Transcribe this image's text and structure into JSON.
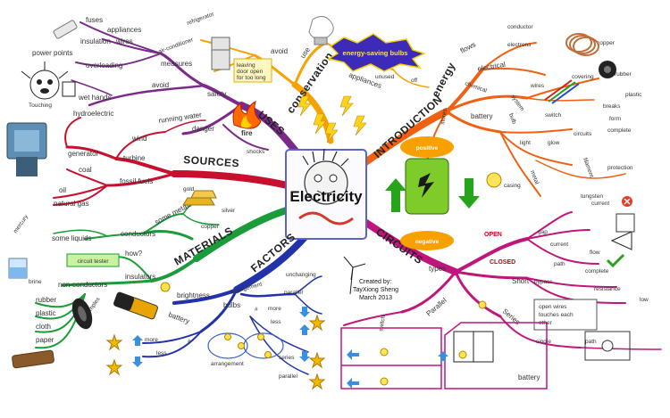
{
  "center": {
    "title": "Electricity"
  },
  "credit": {
    "line1": "Created by:",
    "line2": "TayXiong Sheng",
    "line3": "March 2013"
  },
  "colors": {
    "uses": "#7b2a8a",
    "sources": "#c8102e",
    "materials": "#1a9c3a",
    "factors": "#2233aa",
    "circuits": "#c0157a",
    "introduction": "#f06010",
    "conservation": "#f5a300",
    "fire": "#ff6a00"
  },
  "branches": {
    "uses": "USES",
    "sources": "SOURCES",
    "materials": "MATERIALS",
    "factors": "FACTORS",
    "circuits": "CIRCUITS",
    "introduction": "INTRODUCTION",
    "energy": "energy",
    "conservation": "conservation"
  },
  "uses": {
    "fuses": "fuses",
    "appliances": "appliances",
    "insulation": "insulation",
    "wires": "wires",
    "power_points": "power points",
    "overloading": "overloading",
    "wet_hands": "wet hands",
    "measures": "measures",
    "avoid": "avoid",
    "safety": "safety",
    "danger": "danger",
    "fire": "fire",
    "shocks": "shocks",
    "touching": "Touching"
  },
  "sources": {
    "hydroelectric": "hydroelectric",
    "running_water": "running water",
    "wind": "wind",
    "generator": "generator",
    "turbine": "turbine",
    "coal": "coal",
    "fossil_fuels": "fossil fuels",
    "oil": "oil",
    "natural_gas": "natural gas"
  },
  "materials": {
    "some_metals": "some metals",
    "gold": "gold",
    "silver": "silver",
    "copper": "copper",
    "mercury": "mercury",
    "some_liquids": "some liquids",
    "conductors": "conductors",
    "how": "how?",
    "circuit_tester": "circuit tester",
    "brine": "brine",
    "non_conductors": "non-conductors",
    "insulators": "insulators",
    "examples": "examples",
    "rubber": "rubber",
    "plastic": "plastic",
    "cloth": "cloth",
    "paper": "paper",
    "wood": "wood"
  },
  "factors": {
    "brightness": "brightness",
    "bulbs": "bulbs",
    "arrangement_1": "arrangement",
    "unchanging": "unchanging",
    "parallel_1": "parallel",
    "hash": "#",
    "more_1": "more",
    "less_1": "less",
    "series_1": "series",
    "parallel_2": "parallel",
    "battery": "battery",
    "more_2": "more",
    "less_2": "less",
    "hash_2": "#",
    "arrangement_2": "arrangement"
  },
  "conservation": {
    "refrigerator": "refrigerator",
    "air_conditioner": "air-conditioner",
    "door_note": [
      "leaving",
      "door open",
      "for too long"
    ],
    "avoid": "avoid",
    "use": "use",
    "bulbs_badge": "energy-saving bulbs",
    "appliances": "appliances",
    "unused": "unused",
    "off": "off"
  },
  "introduction": {
    "flows": "flows",
    "conductor": "conductor",
    "electrons": "electrons",
    "electrical": "electrical",
    "chemical": "chemical",
    "stores": "stores",
    "system": "system",
    "wires": "wires",
    "copper": "copper",
    "covering": "covering",
    "rubber": "rubber",
    "plastic": "plastic",
    "battery": "battery",
    "bulb": "bulb",
    "switch": "switch",
    "breaks": "breaks",
    "form": "form",
    "circuits": "circuits",
    "complete": "complete",
    "light": "light",
    "filament": "filament",
    "tungsten": "tungsten",
    "casing": "casing",
    "metal": "metal",
    "protection": "protection",
    "current": "current",
    "positive": "positive",
    "negative": "negative",
    "glow": "glow"
  },
  "circuits": {
    "open": "OPEN",
    "closed": "CLOSED",
    "gap": "gap",
    "types": "types",
    "current": "current",
    "flow": "flow",
    "path": "path",
    "complete": "complete",
    "short": "Short",
    "bypass": "bypass",
    "resistance": "resistance",
    "low": "low",
    "series": "Series",
    "parallel": "Parallel",
    "switch": "switch",
    "single": "single",
    "path_2": "path",
    "battery": "battery",
    "open_wires_note": [
      "open wires",
      "touches each",
      "other"
    ]
  }
}
